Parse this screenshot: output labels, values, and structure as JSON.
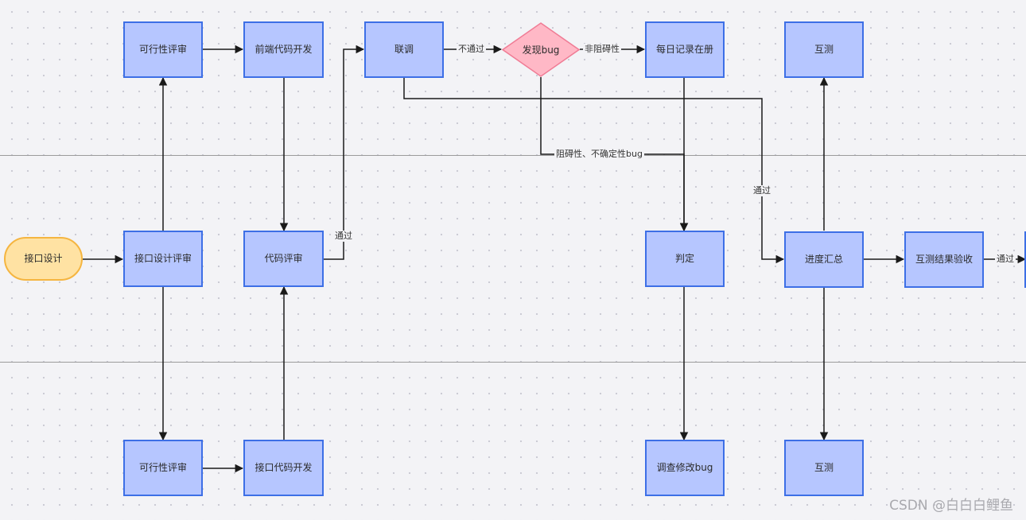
{
  "nodes": {
    "start": "接口设计",
    "feasibility_top": "可行性评审",
    "frontend_dev": "前端代码开发",
    "integration": "联调",
    "bug_found": "发现bug",
    "daily_record": "每日记录在册",
    "mutual_test_top": "互测",
    "interface_review": "接口设计评审",
    "code_review": "代码评审",
    "judge": "判定",
    "progress_summary": "进度汇总",
    "mutual_result_check": "互测结果验收",
    "feasibility_bottom": "可行性评审",
    "backend_dev": "接口代码开发",
    "investigate_fix": "调查修改bug",
    "mutual_test_bottom": "互测"
  },
  "edge_labels": {
    "not_pass": "不通过",
    "non_blocking": "非阻碍性",
    "blocking": "阻碍性、不确定性bug",
    "pass_right": "通过",
    "pass_review": "通过",
    "pass_final": "通过"
  },
  "colors": {
    "process_fill": "#b6c6ff",
    "process_border": "#3d6fe6",
    "start_fill": "#ffe2a3",
    "start_border": "#f5b540",
    "decision_fill": "#ffb8c6",
    "decision_border": "#f07c95",
    "line": "#1a1a1a"
  },
  "watermark": "CSDN @白白白鲤鱼"
}
